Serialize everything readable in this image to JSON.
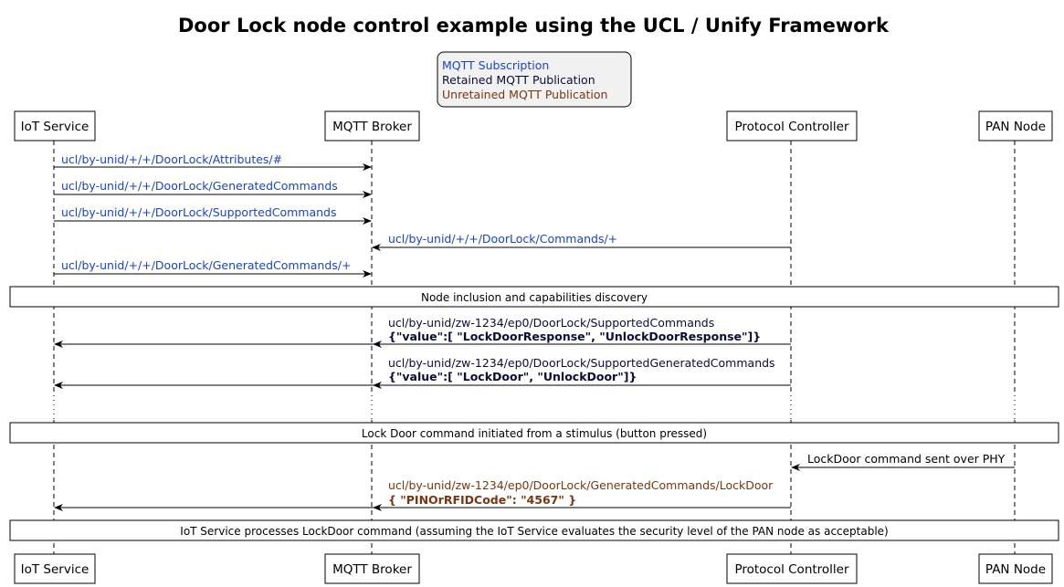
{
  "title": "Door Lock node control example using the UCL / Unify Framework",
  "colors": {
    "subscription": "#1a44c8",
    "retained": "#0b0b3a",
    "unretained": "#7a3510",
    "lifeline": "#000000",
    "legend_bg": "#f1f1f1"
  },
  "legend": {
    "subscription": "MQTT Subscription",
    "retained": "Retained MQTT Publication",
    "unretained": "Unretained MQTT Publication"
  },
  "participants": [
    {
      "id": "iot",
      "label": "IoT Service"
    },
    {
      "id": "broker",
      "label": "MQTT Broker"
    },
    {
      "id": "pc",
      "label": "Protocol Controller"
    },
    {
      "id": "pan",
      "label": "PAN Node"
    }
  ],
  "messages": [
    {
      "from": "iot",
      "to": "broker",
      "style": "subscription",
      "text": "ucl/by-unid/+/+/DoorLock/Attributes/#"
    },
    {
      "from": "iot",
      "to": "broker",
      "style": "subscription",
      "text": "ucl/by-unid/+/+/DoorLock/GeneratedCommands"
    },
    {
      "from": "iot",
      "to": "broker",
      "style": "subscription",
      "text": "ucl/by-unid/+/+/DoorLock/SupportedCommands"
    },
    {
      "from": "pc",
      "to": "broker",
      "style": "subscription",
      "text": "ucl/by-unid/+/+/DoorLock/Commands/+"
    },
    {
      "from": "iot",
      "to": "broker",
      "style": "subscription",
      "text": "ucl/by-unid/+/+/DoorLock/GeneratedCommands/+"
    },
    {
      "from": "pc",
      "to": "iot",
      "style": "retained",
      "text": "ucl/by-unid/zw-1234/ep0/DoorLock/SupportedCommands",
      "payload": "{\"value\":[ \"LockDoorResponse\", \"UnlockDoorResponse\"]}"
    },
    {
      "from": "pc",
      "to": "iot",
      "style": "retained",
      "text": "ucl/by-unid/zw-1234/ep0/DoorLock/SupportedGeneratedCommands",
      "payload": "{\"value\":[ \"LockDoor\", \"UnlockDoor\"]}"
    },
    {
      "from": "pan",
      "to": "pc",
      "style": "plain",
      "text": "LockDoor command sent over PHY"
    },
    {
      "from": "pc",
      "to": "iot",
      "style": "unretained",
      "text": "ucl/by-unid/zw-1234/ep0/DoorLock/GeneratedCommands/LockDoor",
      "payload": "{ \"PINOrRFIDCode\": \"4567\" }"
    }
  ],
  "notes": [
    "Node inclusion and capabilities discovery",
    "Lock Door command initiated from a stimulus (button pressed)",
    "IoT Service processes LockDoor command (assuming the IoT Service evaluates the security level of the PAN node as acceptable)"
  ]
}
